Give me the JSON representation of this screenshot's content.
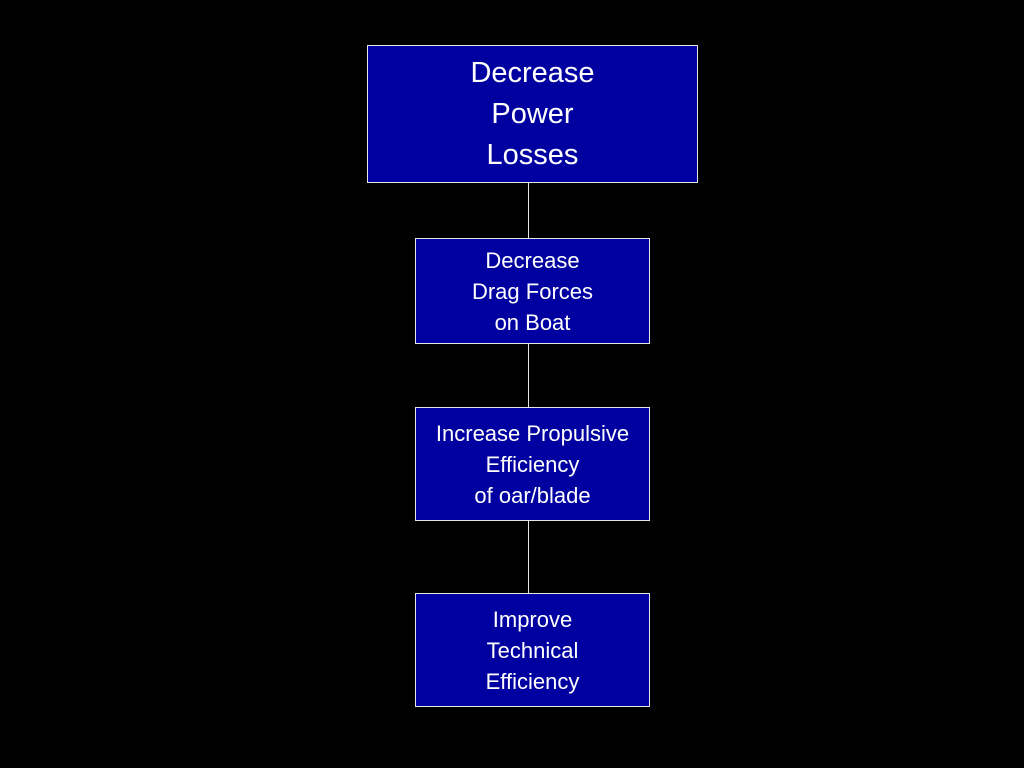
{
  "colors": {
    "background": "#000000",
    "box_fill": "#0000a0",
    "box_border": "#e6e6e6",
    "text": "#ffffff",
    "connector": "#e6e6e6"
  },
  "nodes": [
    {
      "lines": [
        "Decrease",
        "Power",
        "Losses"
      ]
    },
    {
      "lines": [
        "Decrease",
        "Drag Forces",
        "on Boat"
      ]
    },
    {
      "lines": [
        "Increase Propulsive",
        "Efficiency",
        "of oar/blade"
      ]
    },
    {
      "lines": [
        "Improve",
        "Technical",
        "Efficiency"
      ]
    }
  ]
}
